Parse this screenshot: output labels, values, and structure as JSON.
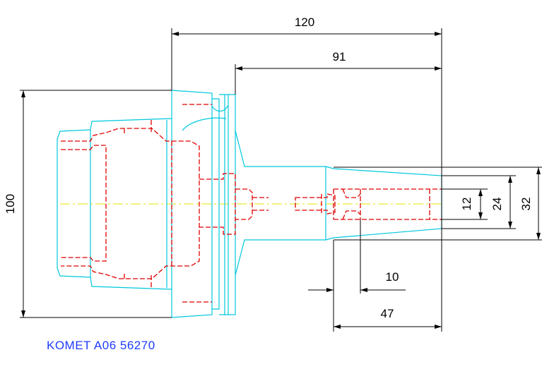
{
  "drawing": {
    "caption": "KOMET A06 56270",
    "dimensions": {
      "overall_length": "120",
      "gauge_length": "91",
      "flange_diameter": "100",
      "bore_diameter": "12",
      "inner_diameter": "24",
      "outer_diameter": "32",
      "short_depth": "10",
      "bore_depth": "47"
    },
    "colors": {
      "outline": "#00c8dc",
      "hidden": "#e00000",
      "centerline": "#e6e600",
      "dimension": "#000000",
      "caption": "#1e3cff"
    }
  }
}
